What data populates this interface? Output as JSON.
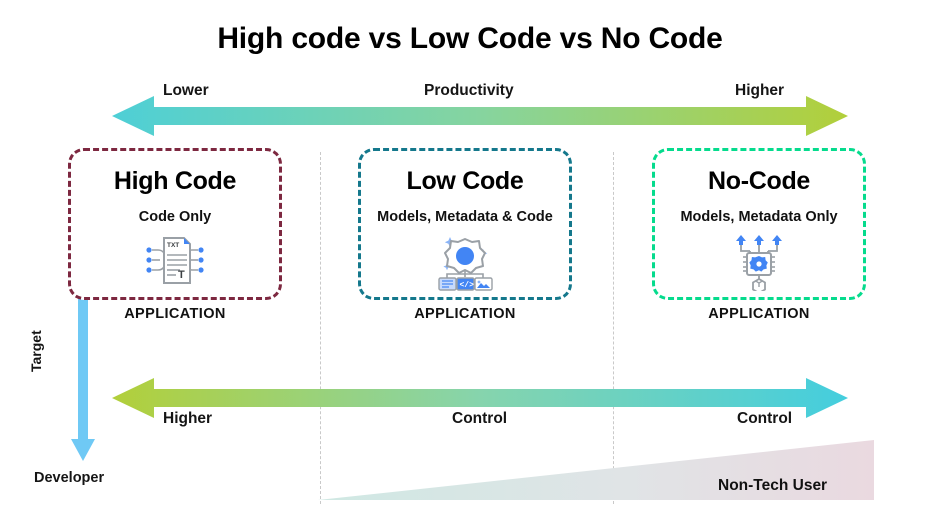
{
  "title": "High code vs Low Code vs No Code",
  "top_axis": {
    "left_label": "Lower",
    "center_label": "Productivity",
    "right_label": "Higher",
    "gradient_from": "#4ecfd6",
    "gradient_to": "#b2cf3a"
  },
  "bottom_axis": {
    "left_label": "Higher",
    "center_label": "Control",
    "right_label": "Control",
    "gradient_from": "#b2cf3a",
    "gradient_to": "#44cede"
  },
  "vertical_axis": {
    "label": "Target",
    "bottom_label": "Developer",
    "color": "#6fc9f5"
  },
  "columns": [
    {
      "name": "High Code",
      "subtitle": "Code Only",
      "footer": "APPLICATION",
      "border_color": "#7d2840",
      "icon": "txt-document-icon"
    },
    {
      "name": "Low Code",
      "subtitle": "Models, Metadata & Code",
      "footer": "APPLICATION",
      "border_color": "#14788c",
      "icon": "gear-modules-icon"
    },
    {
      "name": "No-Code",
      "subtitle": "Models, Metadata Only",
      "footer": "APPLICATION",
      "border_color": "#05db8d",
      "icon": "chip-gear-icon"
    }
  ],
  "wedge": {
    "label": "Non-Tech User",
    "gradient_from": "#cfe8e3",
    "gradient_to": "#ead9e0"
  }
}
